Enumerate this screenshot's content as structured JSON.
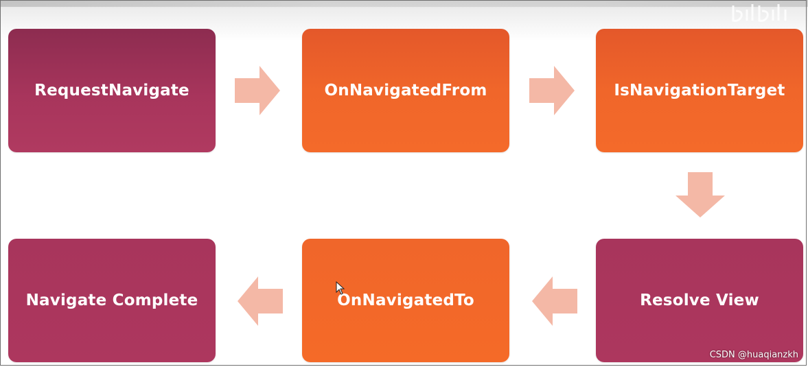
{
  "diagram": {
    "steps": {
      "request_navigate": "RequestNavigate",
      "on_navigated_from": "OnNavigatedFrom",
      "is_navigation_target": "IsNavigationTarget",
      "resolve_view": "Resolve View",
      "on_navigated_to": "OnNavigatedTo",
      "navigate_complete": "Navigate Complete"
    },
    "colors": {
      "maroon": "#a8355c",
      "orange": "#f0662a",
      "arrow": "#f4b8a6"
    }
  },
  "watermark": "CSDN @huaqianzkh"
}
